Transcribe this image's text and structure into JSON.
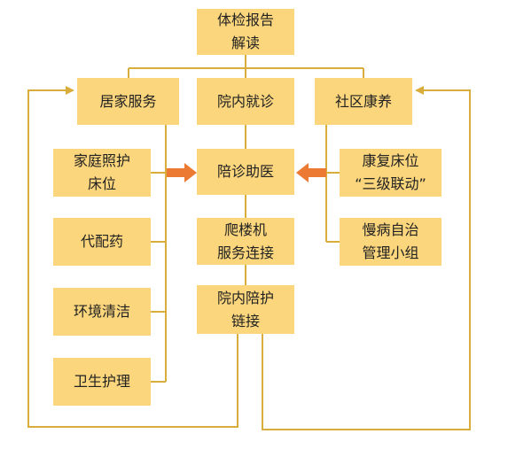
{
  "boxes": {
    "top": "体检报告\n解读",
    "home": "居家服务",
    "hospital": "院内就诊",
    "community": "社区康养",
    "home_bed": "家庭照护\n床位",
    "medicine": "代配药",
    "cleaning": "环境清洁",
    "hygiene": "卫生护理",
    "escort": "陪诊助医",
    "climber": "爬楼机\n服务连接",
    "care_link": "院内陪护\n链接",
    "rehab": "康复床位\n“三级联动”",
    "chronic": "慢病自治\n管理小组"
  },
  "colors": {
    "box_fill": "#fbd67c",
    "line": "#d9ad3c",
    "fat_arrow": "#ec7a33",
    "text": "#222222"
  }
}
